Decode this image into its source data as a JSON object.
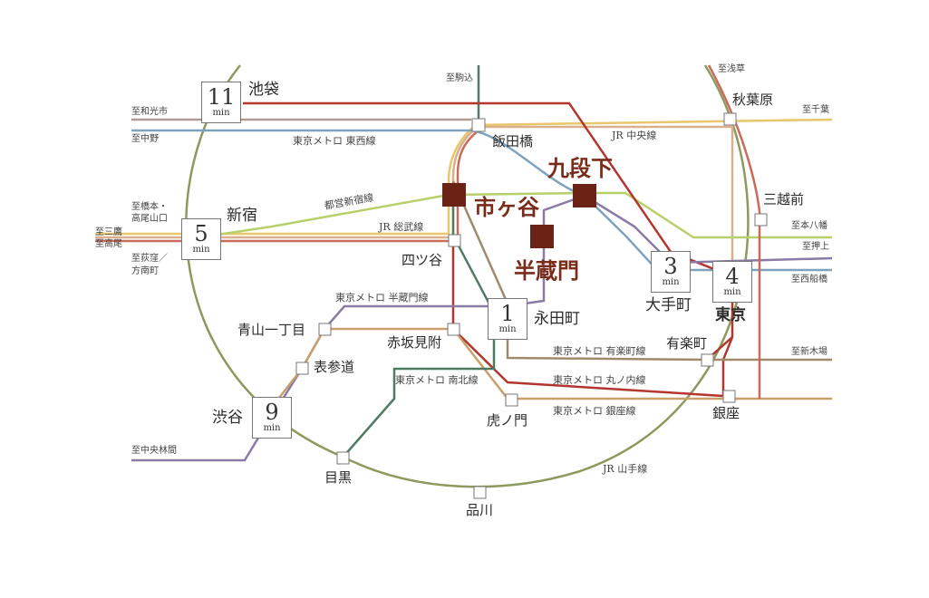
{
  "colors": {
    "background": "#ffffff",
    "key_station": "#6b2315",
    "yamanote": "#8c9a5e",
    "chuo": "#e8c66a",
    "sobu": "#d9b08a",
    "tozai": "#7fa3bf",
    "toei_shinjuku": "#b8d06a",
    "hanzomon": "#8a7aa6",
    "yurakucho": "#a08a6c",
    "marunouchi": "#b3362f",
    "ginza": "#c9a06a",
    "namboku": "#4f7a64",
    "asakusa": "#c96a5a",
    "mita": "#5a7ab0",
    "oedo": "#b04a6a"
  },
  "key_stations": {
    "ichigaya": "市ヶ谷",
    "kudanshita": "九段下",
    "hanzomon": "半蔵門"
  },
  "time_boxes": [
    {
      "id": "ikebukuro",
      "num": "11",
      "unit": "min"
    },
    {
      "id": "shinjuku",
      "num": "5",
      "unit": "min"
    },
    {
      "id": "nagatacho",
      "num": "1",
      "unit": "min"
    },
    {
      "id": "otemachi",
      "num": "3",
      "unit": "min"
    },
    {
      "id": "tokyo",
      "num": "4",
      "unit": "min"
    },
    {
      "id": "shibuya",
      "num": "9",
      "unit": "min"
    }
  ],
  "stations": {
    "ikebukuro": "池袋",
    "shinjuku": "新宿",
    "shibuya": "渋谷",
    "iidabashi": "飯田橋",
    "yotsuya": "四ツ谷",
    "nagatacho": "永田町",
    "aoyama": "青山一丁目",
    "omotesando": "表参道",
    "akasaka_mitsuke": "赤坂見附",
    "toranomon": "虎ノ門",
    "meguro": "目黒",
    "shinagawa": "品川",
    "akihabara": "秋葉原",
    "mitsukoshimae": "三越前",
    "otemachi": "大手町",
    "tokyo": "東京",
    "yurakucho": "有楽町",
    "ginza": "銀座"
  },
  "line_labels": {
    "tozai": "東京メトロ 東西線",
    "chuo": "JR 中央線",
    "toei_shinjuku": "都営新宿線",
    "sobu": "JR 総武線",
    "hanzomon": "東京メトロ 半蔵門線",
    "yurakucho": "東京メトロ 有楽町線",
    "namboku": "東京メトロ 南北線",
    "marunouchi": "東京メトロ 丸ノ内線",
    "ginza": "東京メトロ 銀座線",
    "yamanote": "JR 山手線"
  },
  "destinations": {
    "komagome": "至駒込",
    "wakoshi": "至和光市",
    "nakano": "至中野",
    "hashimoto": "至橋本・",
    "takaosanguchi": "高尾山口",
    "mitaka": "至三鷹",
    "takao": "至高尾",
    "ogikubo": "至荻窪／",
    "honancho": "方南町",
    "chuorinkan": "至中央林間",
    "asakusa": "至浅草",
    "chiba": "至千葉",
    "motoyawata": "至本八幡",
    "oshiage": "至押上",
    "nishifunabashi": "至西船橋",
    "shinkiba": "至新木場"
  }
}
